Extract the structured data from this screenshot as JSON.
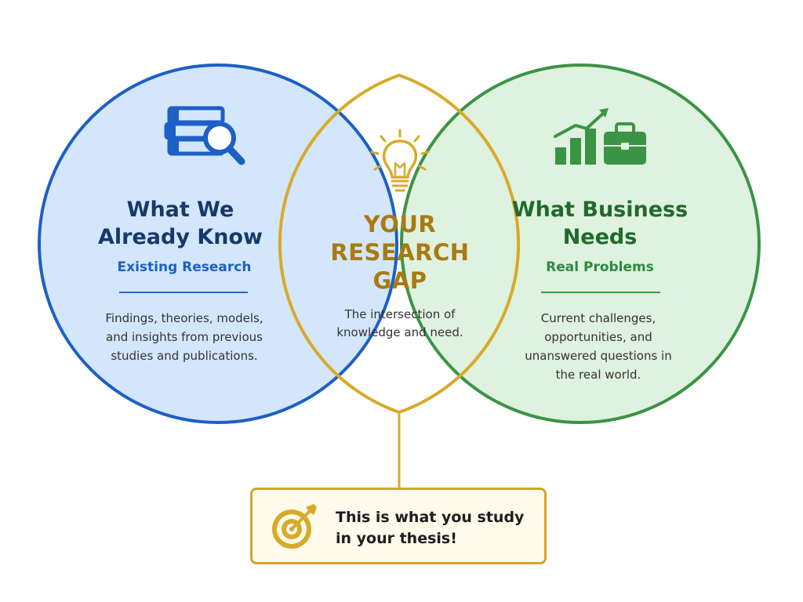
{
  "left_circle": {
    "title": "What We Already Know",
    "subtitle": "Existing Research",
    "description": "Findings, theories, models, and insights from previous studies and publications.",
    "icon": "books-magnifier-icon",
    "color": "#1f5fbf"
  },
  "center": {
    "title": "YOUR RESEARCH GAP",
    "description": "The intersection of knowledge and need.",
    "icon": "lightbulb-icon",
    "color": "#d7aa2a"
  },
  "right_circle": {
    "title": "What Business Needs",
    "subtitle": "Real Problems",
    "description": "Current challenges, opportunities, and unanswered questions in the real world.",
    "icon": "growth-chart-briefcase-icon",
    "color": "#2e8a3c"
  },
  "callout": {
    "text": "This is what you study in your thesis!",
    "icon": "target-arrow-icon"
  }
}
